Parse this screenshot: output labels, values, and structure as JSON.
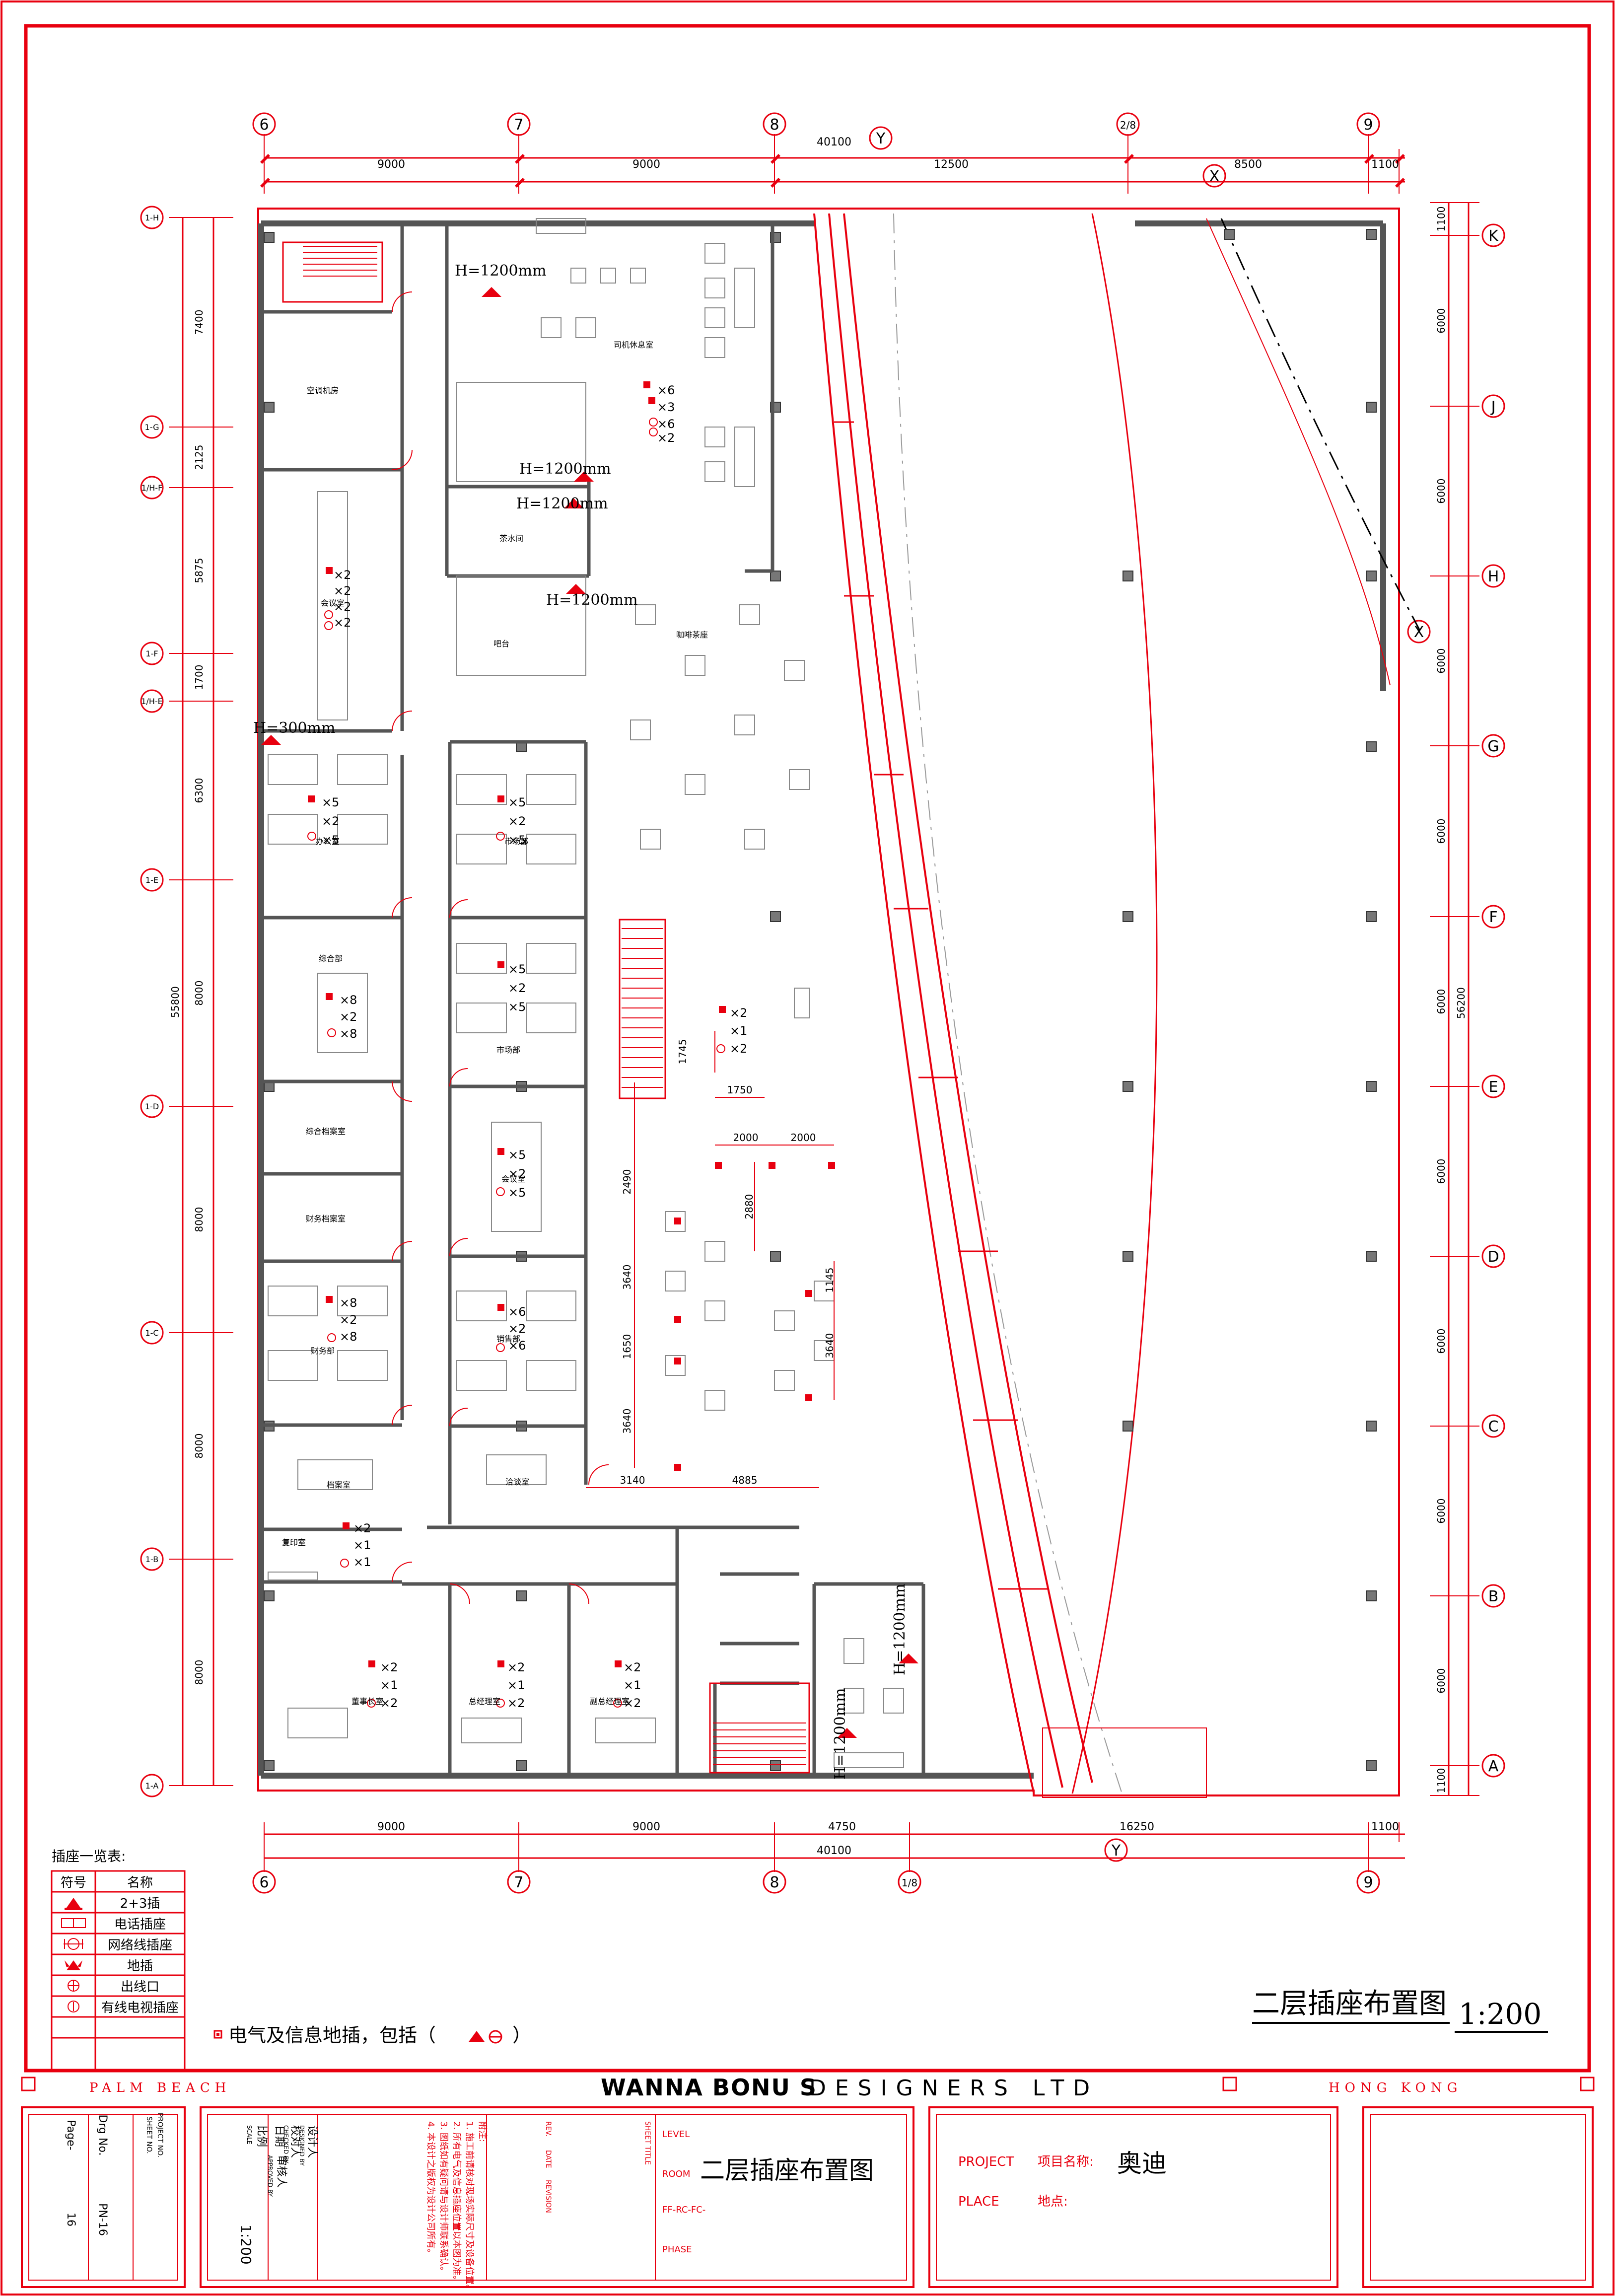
{
  "drawing": {
    "title": "二层插座布置图",
    "scale": "1:200",
    "floorplug_note": "电气及信息地插，包括（",
    "floorplug_note_close": "）"
  },
  "axes": {
    "top_labels": [
      "6",
      "7",
      "8",
      "Y",
      "2/8",
      "9"
    ],
    "top_segments": [
      "9000",
      "9000",
      "12500",
      "8500",
      "1100"
    ],
    "top_total": "40100",
    "top_x": "X",
    "bottom_labels": [
      "6",
      "7",
      "8",
      "1/8",
      "Y",
      "9"
    ],
    "bottom_segments": [
      "9000",
      "9000",
      "4750",
      "16250",
      "1100"
    ],
    "bottom_total": "40100",
    "right_labels": [
      "K",
      "J",
      "H",
      "G",
      "F",
      "E",
      "D",
      "C",
      "B",
      "A"
    ],
    "right_segments": [
      "1100",
      "6000",
      "6000",
      "6000",
      "6000",
      "6000",
      "6000",
      "6000",
      "6000",
      "6000",
      "1100"
    ],
    "right_total": "56200",
    "right_x": "X",
    "left_labels": [
      "1-H",
      "1-G",
      "1/H-F",
      "1-F",
      "1/H-E",
      "1-E",
      "1-D",
      "1-C",
      "1-B",
      "1-A"
    ],
    "left_segments": [
      "7400",
      "2125",
      "5875",
      "1700",
      "6300",
      "8000",
      "8000",
      "8000",
      "8000"
    ],
    "left_total": "55800"
  },
  "rooms": {
    "aircon": "空调机房",
    "driver": "司机休息室",
    "tea": "茶水间",
    "bar": "吧台",
    "cafe": "咖啡茶座",
    "conf1": "会议室",
    "office1": "办公室",
    "office2": "市场部",
    "general": "综合部",
    "market": "市场部",
    "general_archive": "综合档案室",
    "finance_archive": "财务档案室",
    "conf2": "会议室",
    "finance": "财务部",
    "sales": "销售部",
    "archive": "档案室",
    "negotiate": "洽谈室",
    "copy": "复印室",
    "chairman": "董事长室",
    "gm": "总经理室",
    "deputy": "副总经理室"
  },
  "notes": {
    "h1200_a": "H=1200mm",
    "h1200_b": "H=1200mm",
    "h1200_c": "H=1200mm",
    "h1200_d": "H=1200mm",
    "h1200_e": "H=1200mm",
    "h1200_f": "H=1200mm",
    "h300": "H=300mm"
  },
  "dims": {
    "d1745": "1745",
    "d1750": "1750",
    "d2000a": "2000",
    "d2000b": "2000",
    "d2880": "2880",
    "d2490": "2490",
    "d3640a": "3640",
    "d1650": "1650",
    "d3640b": "3640",
    "d1145": "1145",
    "d3640c": "3640",
    "d3140": "3140",
    "d4885": "4885"
  },
  "socket_counts": {
    "driver": [
      "×6",
      "×3",
      "×6",
      "×2"
    ],
    "conf1": [
      "×2",
      "×2",
      "×2",
      "×2"
    ],
    "office1": [
      "×5",
      "×2",
      "×5"
    ],
    "office2": [
      "×5",
      "×2",
      "×5"
    ],
    "general": [
      "×8",
      "×2",
      "×8"
    ],
    "market": [
      "×5",
      "×2",
      "×5"
    ],
    "center": [
      "×2",
      "×1",
      "×2"
    ],
    "conf2": [
      "×5",
      "×2",
      "×5"
    ],
    "finance": [
      "×8",
      "×2",
      "×8"
    ],
    "sales": [
      "×6",
      "×2",
      "×6"
    ],
    "copy": [
      "×2",
      "×1",
      "×1"
    ],
    "chairman": [
      "×2",
      "×1",
      "×2"
    ],
    "gm": [
      "×2",
      "×1",
      "×2"
    ],
    "deputy": [
      "×2",
      "×1",
      "×2"
    ]
  },
  "legend": {
    "title": "插座一览表:",
    "head_symbol": "符号",
    "head_name": "名称",
    "rows": [
      "2+3插",
      "电话插座",
      "网络线插座",
      "地插",
      "出线口",
      "有线电视插座"
    ]
  },
  "titleblock": {
    "left_place": "PALM   BEACH",
    "right_place": "HONG   KONG",
    "brand": "WANNA BONU S",
    "designers": "DESIGNERS   LTD",
    "drg_no_label": "Drg No.",
    "drg_no": "PN-16",
    "page_label": "Page-",
    "page": "16",
    "project_no_label": "PROJECT NO.",
    "sheet_no_label": "SHEET NO.",
    "date_label": "日期",
    "scale_label": "比例",
    "scale_label_en": "SCALE",
    "scale_value": "1:200",
    "designer_label": "设计人",
    "designer_label_en": "DESIGNED BY",
    "check_label": "校对人",
    "check_label_en": "CHECKED BY",
    "approve_label": "审核人",
    "approve_label_en": "APPROVED BY",
    "notes_title": "附注:",
    "notes_lines": [
      "1. 施工前请核对现场实际尺寸及设备位置。",
      "2. 所有电气及信息插座位置以本图为准。",
      "3. 图纸如有疑问请与设计师联系确认。",
      "4. 本设计之版权为设计公司所有。"
    ],
    "rev_label": "REV.",
    "date_en": "DATE",
    "revision_en": "REVISION",
    "sheet_title_label": "SHEET TITLE",
    "level_label": "LEVEL",
    "room_label": "ROOM",
    "sheet_code": "FF-RC-FC-",
    "phase_label": "PHASE",
    "sheet_title": "二层插座布置图",
    "project_label": "PROJECT",
    "project_label_cn": "项目名称:",
    "project_name": "奥迪",
    "place_label": "PLACE",
    "place_label_cn": "地点:"
  },
  "colors": {
    "red": "#e8000f",
    "dark": "#3a3a3a",
    "grey": "#8a8a8a"
  }
}
